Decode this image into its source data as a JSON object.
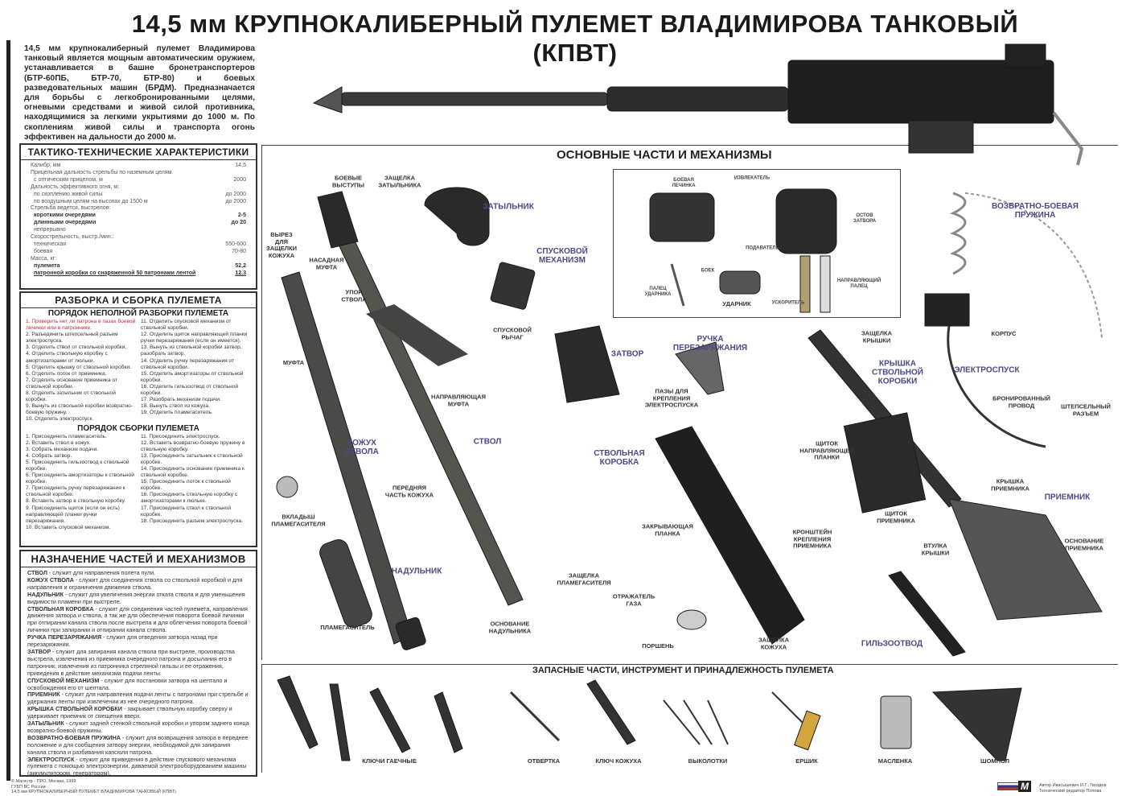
{
  "title": "14,5 мм КРУПНОКАЛИБЕРНЫЙ ПУЛЕМЕТ ВЛАДИМИРОВА ТАНКОВЫЙ (КПВТ)",
  "intro": "14,5 мм крупнокалиберный пулемет Владимирова танковый является мощным автоматическим оружием, устанавливается в башне бронетранспортеров (БТР-60ПБ, БТР-70, БТР-80) и боевых разведовательных машин (БРДМ). Предназначается для борьбы с легкобронированными целями, огневыми средствами и живой силой противника, находящимися за легкими укрытиями до 1000 м. По скоплениям живой силы и транспорта огонь эффективен на дальности до 2000 м.",
  "ttx": {
    "heading": "ТАКТИКО-ТЕХНИЧЕСКИЕ ХАРАКТЕРИСТИКИ",
    "rows": [
      {
        "label": "Калибр, мм",
        "value": "14,5"
      },
      {
        "label": "Прицельная дальность стрельбы по наземным целям",
        "value": ""
      },
      {
        "label": "с оптическим прицелом, м",
        "value": "2000"
      },
      {
        "label": "Дальность эффективного огня, м:",
        "value": ""
      },
      {
        "label": "по скоплению живой силы",
        "value": "до 2000"
      },
      {
        "label": "по воздушным целям на высотах до 1500 м",
        "value": "до 2000"
      },
      {
        "label": "Стрельба ведется, выстрелов:",
        "value": ""
      },
      {
        "label": "короткими очередями",
        "value": "2-5"
      },
      {
        "label": "длинными очередями",
        "value": "до 20"
      },
      {
        "label": "непрерывно",
        "value": ""
      },
      {
        "label": "Скорострельность, выстр./мин.:",
        "value": ""
      },
      {
        "label": "техническая",
        "value": "550-600"
      },
      {
        "label": "боевая",
        "value": "70-80"
      },
      {
        "label": "Масса, кг:",
        "value": ""
      },
      {
        "label": "пулемета",
        "value": "52,2"
      },
      {
        "label": "патронной коробки со снаряженной 50 патронами лентой",
        "value": "12,3"
      }
    ]
  },
  "assembly": {
    "heading": "РАЗБОРКА И СБОРКА ПУЛЕМЕТА",
    "disassembly_heading": "ПОРЯДОК НЕПОЛНОЙ РАЗБОРКИ ПУЛЕМЕТА",
    "disassembly_left": [
      "1. Проверить нет ли патрона в пазах боевой личинки или в патроннике.",
      "2. Разъединить штепсельный разъем электроспуска.",
      "3. Отделить ствол от ствольной коробки.",
      "4. Отделить ствольную коробку с амортизаторами от люльки.",
      "5. Отделить крышку от ствольной коробки.",
      "6. Отделить лоток от приемника.",
      "7. Отделить основание приемника от ствольной коробки.",
      "8. Отделить затыльник от ствольной коробки.",
      "9. Вынуть из ствольной коробки возвратно-боевую пружину.",
      "10. Отделить электроспуск."
    ],
    "disassembly_right": [
      "11. Отделить спусковой механизм от ствольной коробки.",
      "12. Отделить щиток направляющей планки ручки перезаряжания (если он имеется).",
      "13. Вынуть из ствольной коробки затвор, разобрать затвор.",
      "14. Отделить ручку перезаряжания от ствольной коробки.",
      "15. Отделить амортизаторы от ствольной коробки.",
      "16. Отделить гильзоотвод от ствольной коробки.",
      "17. Разобрать механизм подачи.",
      "18. Вынуть ствол из кожуха.",
      "19. Отделить пламегаситель."
    ],
    "assembly_heading": "ПОРЯДОК СБОРКИ ПУЛЕМЕТА",
    "assembly_left": [
      "1. Присоединить пламегаситель.",
      "2. Вставить ствол в кожух.",
      "3. Собрать механизм подачи.",
      "4. Собрать затвор.",
      "5. Присоединить гильзоотвод к ствольной коробке.",
      "6. Присоединить амортизаторы к ствольной коробке.",
      "7. Присоединить ручку перезаряжания к ствольной коробке.",
      "8. Вставить затвор в ствольную коробку.",
      "9. Присоединить щиток (если он есть) направляющей планки ручки перезаряжания.",
      "10. Вставить спусковой механизм."
    ],
    "assembly_right": [
      "11. Присоединить электроспуск.",
      "12. Вставить возвратно-боевую пружину в ствольную коробку.",
      "13. Присоединить затыльник к ствольной коробке.",
      "14. Присоединить основание приемника к ствольной коробке.",
      "15. Присоединить лоток к ствольной коробке.",
      "16. Присоединить ствольную коробку с амортизаторами к люльке.",
      "17. Присоединить ствол к ствольной коробке.",
      "18. Присоединить разъем электроспуска."
    ]
  },
  "purpose": {
    "heading": "НАЗНАЧЕНИЕ ЧАСТЕЙ И МЕХАНИЗМОВ",
    "items": [
      {
        "term": "СТВОЛ",
        "text": " - служит для направления полета пули."
      },
      {
        "term": "КОЖУХ СТВОЛА",
        "text": " - служит для соединения ствола со ствольной коробкой и для направления и ограничения движения ствола."
      },
      {
        "term": "НАДУЛЬНИК",
        "text": " - служит для увеличения энергии отката ствола и для уменьшения видимости пламени при выстреле."
      },
      {
        "term": "СТВОЛЬНАЯ КОРОБКА",
        "text": " - служит для соединения частей пулемета, направления движения затвора и ствола, а так же для обеспечения поворота боевой личинки при отпирании канала ствола после выстрела и для облегчения поворота боевой личинки при запирании и отпирании канала ствола."
      },
      {
        "term": "РУЧКА ПЕРЕЗАРЯЖАНИЯ",
        "text": " - служит для отведения затвора назад при перезаряжании."
      },
      {
        "term": "ЗАТВОР",
        "text": " - служит для запирания канала ствола при выстреле, производства выстрела, извлечения из приемника очередного патрона и досылания его в патронник, извлечения из патронника стреляной гильзы и ее отражения, приведения в действие механизма подачи ленты."
      },
      {
        "term": "СПУСКОВОЙ МЕХАНИЗМ",
        "text": " - служит для постановки затвора на шептало и освобождения его от шептала."
      },
      {
        "term": "ПРИЕМНИК",
        "text": " - служит для направления подачи ленты с патронами при стрельбе и удержания ленты при извлечении из нее очередного патрона."
      },
      {
        "term": "КРЫШКА СТВОЛЬНОЙ КОРОБКИ",
        "text": " - закрывает ствольную коробку сверху и удерживает приемник от смещения вверх."
      },
      {
        "term": "ЗАТЫЛЬНИК",
        "text": " - служит задней стенкой ствольной коробки и упором заднего конца возвратно-боевой пружины."
      },
      {
        "term": "ВОЗВРАТНО-БОЕВАЯ ПРУЖИНА",
        "text": " - служит для возвращения затвора в переднее положение и для сообщения затвору энергии, необходимой для запирания канала ствола и разбивания капсюля патрона."
      },
      {
        "term": "ЭЛЕКТРОСПУСК",
        "text": " - служит для приведения в действие спускового механизма пулемета с помощью электроэнергии, даваемой электрооборудованием машины (аккумулятором, генератором)."
      }
    ]
  },
  "main": {
    "heading": "ОСНОВНЫЕ ЧАСТИ И МЕХАНИЗМЫ",
    "labels": {
      "boevye_vystupy": "БОЕВЫЕ\nВЫСТУПЫ",
      "zashchelka_zatylnika": "ЗАЩЕЛКА\nЗАТЫЛЬНИКА",
      "zatylnik": "ЗАТЫЛЬНИК",
      "vyrez": "ВЫРЕЗ\nДЛЯ\nЗАЩЕЛКИ\nКОЖУХА",
      "nasadnaya_mufta": "НАСАДНАЯ\nМУФТА",
      "upor_stvola": "УПОР\nСТВОЛА",
      "spuskovoy_mekhanizm": "СПУСКОВОЙ\nМЕХАНИЗМ",
      "spuskovoy_rychag": "СПУСКОВОЙ\nРЫЧАГ",
      "mufta": "МУФТА",
      "zatvor": "ЗАТВОР",
      "napr_mufta": "НАПРАВЛЯЮЩАЯ\nМУФТА",
      "ruchka": "РУЧКА\nПЕРЕЗАРЯЖАНИЯ",
      "pazy": "ПАЗЫ ДЛЯ\nКРЕПЛЕНИЯ\nЭЛЕКТРОСПУСКА",
      "kozhukh_stvola": "КОЖУХ\nСТВОЛА",
      "stvol": "СТВОЛ",
      "stvolnaya_korobka": "СТВОЛЬНАЯ\nКОРОБКА",
      "zashchelka_kryshki": "ЗАЩЕЛКА\nКРЫШКИ",
      "kryshka_korobki": "КРЫШКА\nСТВОЛЬНОЙ\nКОРОБКИ",
      "elektrospusk": "ЭЛЕКТРОСПУСК",
      "korpus": "КОРПУС",
      "pruzhina": "ВОЗВРАТНО-БОЕВАЯ\nПРУЖИНА",
      "provod": "БРОНИРОВАННЫЙ\nПРОВОД",
      "razem": "ШТЕПСЕЛЬНЫЙ\nРАЗЪЕМ",
      "shchitok_planki": "ЩИТОК\nНАПРАВЛЯЮЩЕЙ\nПЛАНКИ",
      "perednyaya_chast": "ПЕРЕДНЯЯ\nЧАСТЬ КОЖУХА",
      "vkladysh": "ВКЛАДЫШ\nПЛАМЕГАСИТЕЛЯ",
      "nadulnik": "НАДУЛЬНИК",
      "zakryvayushchaya": "ЗАКРЫВАЮЩАЯ\nПЛАНКА",
      "kronshteyn": "КРОНШТЕЙН\nКРЕПЛЕНИЯ\nПРИЕМНИКА",
      "shchitok_priemnika": "ЩИТОК\nПРИЕМНИКА",
      "kryshka_priemnika": "КРЫШКА\nПРИЕМНИКА",
      "priemnik": "ПРИЕМНИК",
      "vtulka": "ВТУЛКА\nКРЫШКИ",
      "osnovanie_priemnika": "ОСНОВАНИЕ\nПРИЕМНИКА",
      "zashchelka_plamegasitelya": "ЗАЩЕЛКА\nПЛАМЕГАСИТЕЛЯ",
      "otrazhatel": "ОТРАЖАТЕЛЬ\nГАЗА",
      "plamegasitel": "ПЛАМЕГАСИТЕЛЬ",
      "osnovanie_nadulnika": "ОСНОВАНИЕ\nНАДУЛЬНИКА",
      "porshen": "ПОРШЕНЬ",
      "zashchelka_kozhukha": "ЗАЩЕЛКА\nКОЖУХА",
      "gilzootvod": "ГИЛЬЗООТВОД"
    }
  },
  "bolt": {
    "labels": {
      "lichinka": "БОЕВАЯ\nЛЕЧИНКА",
      "izvlekatel": "ИЗВЛЕКАТЕЛЬ",
      "ostov": "ОСТОВ\nЗАТВОРА",
      "podavatel": "ПОДАВАТЕЛЬ",
      "boek": "БОЕК",
      "palets": "ПАЛЕЦ\nУДАРНИКА",
      "udarnik": "УДАРНИК",
      "uskoritel": "УСКОРИТЕЛЬ",
      "napr_palets": "НАПРАВЛЯЮЩИЙ\nПАЛЕЦ"
    }
  },
  "spares": {
    "heading": "ЗАПАСНЫЕ ЧАСТИ, ИНСТРУМЕНТ И ПРИНАДЛЕЖНОСТЬ ПУЛЕМЕТА",
    "items": [
      "КЛЮЧИ ГАЕЧНЫЕ",
      "ОТВЕРТКА",
      "КЛЮЧ КОЖУХА",
      "ВЫКОЛОТКИ",
      "ЕРШИК",
      "МАСЛЕНКА",
      "ШОМПОЛ"
    ]
  },
  "footer": {
    "left": [
      "© Магистр - ПРО, Москва, 1999",
      "ГУБП ВС России",
      "14,5 мм КРУПНОКАЛИБЕРНЫЙ ПУЛЕМЕТ ВЛАДИМИРОВА ТАНКОВЫЙ (КПВТ)"
    ],
    "logo": "М",
    "right": [
      "Автор Ивасышевич И.Г., Гвоздев",
      "Технический редактор Попова"
    ]
  }
}
